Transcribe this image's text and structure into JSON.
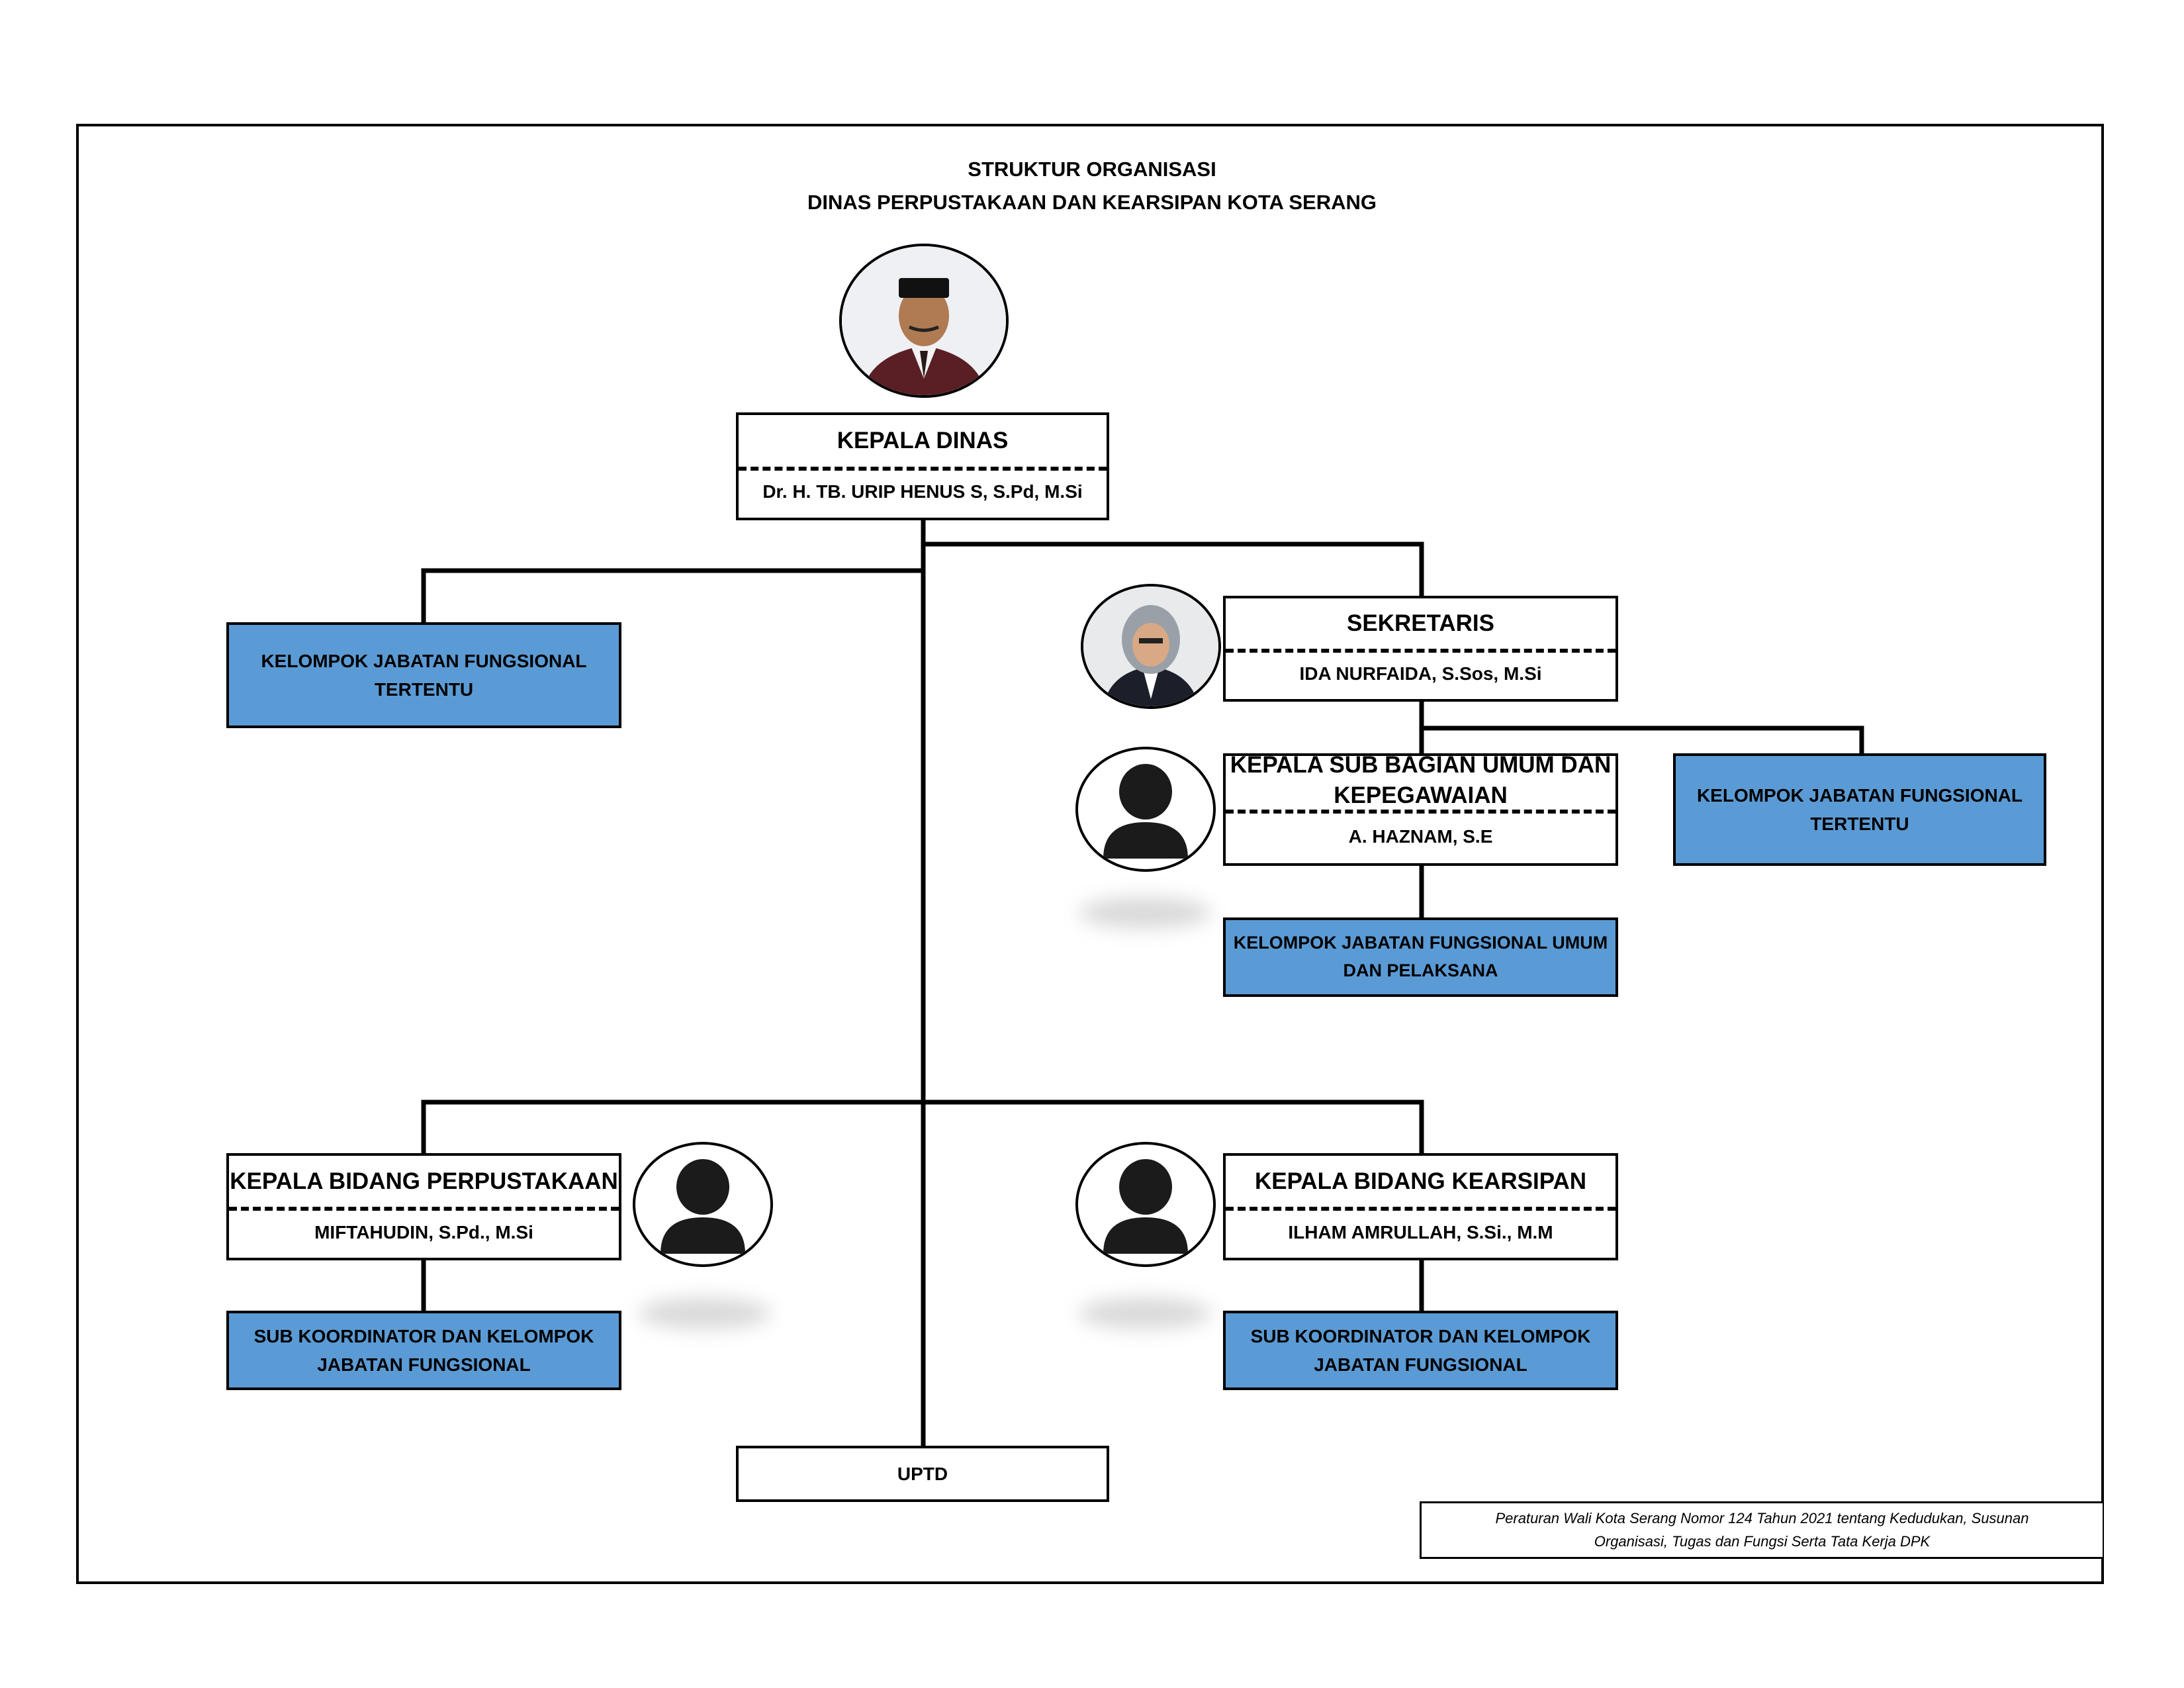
{
  "title": {
    "line1": "STRUKTUR ORGANISASI",
    "line2": "DINAS PERPUSTAKAAN DAN KEARSIPAN KOTA SERANG"
  },
  "kepala_dinas": {
    "position": "KEPALA DINAS",
    "name": "Dr. H. TB. URIP HENUS S, S.Pd, M.Si"
  },
  "sekretaris": {
    "position": "SEKRETARIS",
    "name": "IDA NURFAIDA, S.Sos, M.Si"
  },
  "kasubag": {
    "position_line1": "KEPALA SUB BAGIAN UMUM DAN",
    "position_line2": "KEPEGAWAIAN",
    "name": "A. HAZNAM, S.E"
  },
  "bidang_perpustakaan": {
    "position": "KEPALA BIDANG PERPUSTAKAAN",
    "name": "MIFTAHUDIN, S.Pd., M.Si"
  },
  "bidang_kearsipan": {
    "position": "KEPALA BIDANG KEARSIPAN",
    "name": "ILHAM AMRULLAH, S.Si., M.M"
  },
  "groups": {
    "jft_left_l1": "KELOMPOK JABATAN FUNGSIONAL",
    "jft_left_l2": "TERTENTU",
    "jft_right_l1": "KELOMPOK JABATAN FUNGSIONAL",
    "jft_right_l2": "TERTENTU",
    "umum_l1": "KELOMPOK JABATAN FUNGSIONAL UMUM",
    "umum_l2": "DAN PELAKSANA",
    "subkoor_left_l1": "SUB KOORDINATOR DAN KELOMPOK",
    "subkoor_left_l2": "JABATAN FUNGSIONAL",
    "subkoor_right_l1": "SUB KOORDINATOR DAN KELOMPOK",
    "subkoor_right_l2": "JABATAN FUNGSIONAL"
  },
  "uptd": "UPTD",
  "note": {
    "line1": "Peraturan Wali Kota Serang Nomor 124 Tahun 2021 tentang Kedudukan, Susunan",
    "line2": "Organisasi, Tugas dan Fungsi Serta Tata Kerja DPK"
  },
  "colors": {
    "group_fill": "#5b9bd5",
    "line": "#000000"
  },
  "icons": [
    "person-silhouette-icon"
  ]
}
